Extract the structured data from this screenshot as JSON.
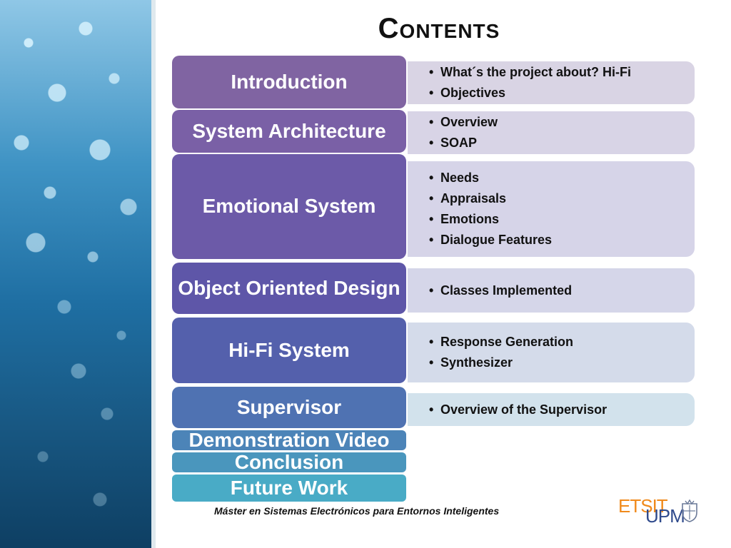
{
  "slide": {
    "title": "Contents",
    "footer": "Máster en Sistemas Electrónicos para Entornos Inteligentes",
    "logo": {
      "part1": "ETSIT",
      "part2": "UPM",
      "seal_icon": "crest-seal-icon"
    }
  },
  "sections": [
    {
      "label": "Introduction",
      "color": "#8064a2",
      "box_color": "#d9d4e4",
      "bullets": [
        "What´s the project about? Hi-Fi",
        "Objectives"
      ]
    },
    {
      "label": "System Architecture",
      "color": "#7a60a6",
      "box_color": "#d8d4e6",
      "bullets": [
        "Overview",
        "SOAP"
      ]
    },
    {
      "label": "Emotional System",
      "color": "#6c5aa8",
      "box_color": "#d6d4e8",
      "bullets": [
        "Needs",
        "Appraisals",
        "Emotions",
        "Dialogue Features"
      ]
    },
    {
      "label": "Object Oriented Design",
      "color": "#5e56a8",
      "box_color": "#d5d6e9",
      "bullets": [
        "Classes Implemented"
      ]
    },
    {
      "label": "Hi-Fi System",
      "color": "#5460ac",
      "box_color": "#d4dbea",
      "bullets": [
        "Response Generation",
        "Synthesizer"
      ]
    },
    {
      "label": "Supervisor",
      "color": "#4f72b2",
      "box_color": "#d2e2ec",
      "bullets": [
        "Overview of the Supervisor"
      ]
    },
    {
      "label": "Demonstration Video",
      "color": "#4c84b8",
      "bullets": []
    },
    {
      "label": "Conclusion",
      "color": "#4a96bd",
      "bullets": []
    },
    {
      "label": "Future Work",
      "color": "#49abc6",
      "bullets": []
    }
  ]
}
